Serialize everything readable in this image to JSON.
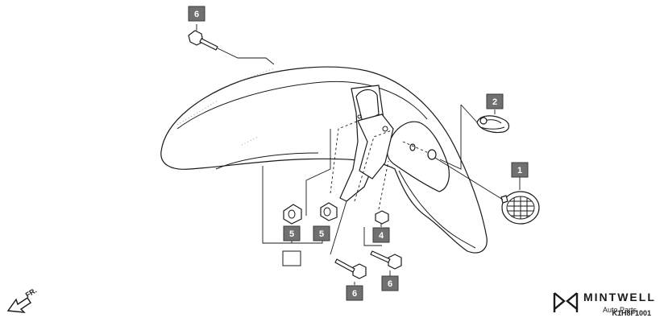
{
  "callouts": {
    "c1": "1",
    "c2": "2",
    "c4": "4",
    "c5a": "5",
    "c5b": "5",
    "c6top": "6",
    "c6mid": "6",
    "c6bot": "6"
  },
  "direction_label": "FR.",
  "brand": {
    "name": "MINTWELL",
    "tagline": "Auto Parts"
  },
  "diagram_code": "K1H8F1001",
  "colors": {
    "callout_fill": "#707070",
    "line": "#1a1a1a"
  }
}
